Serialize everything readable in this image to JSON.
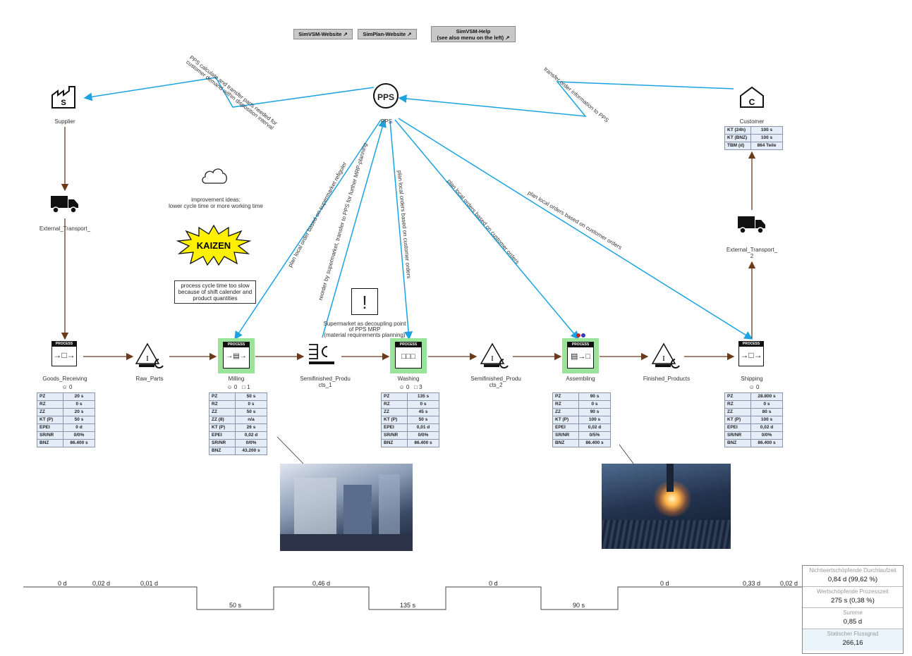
{
  "buttons": {
    "simvsm_website": "SimVSM-Website",
    "simplan_website": "SimPlan-Website",
    "simvsm_help_line1": "SimVSM-Help",
    "simvsm_help_line2": "(see also menu on the left)"
  },
  "icons": {
    "external_link": "external-link-icon"
  },
  "nodes": {
    "supplier": "Supplier",
    "pps": "PPS",
    "pps_badge": "PPS",
    "customer": "Customer",
    "customer_badge": "C",
    "supplier_badge": "S",
    "external_transport_1": "External_Transport_",
    "external_transport_2a": "External_Transport_",
    "external_transport_2b": "2",
    "goods_receiving": "Goods_Receiving",
    "raw_parts": "Raw_Parts",
    "milling": "Milling",
    "semifinished_1a": "Semifinished_Produ",
    "semifinished_1b": "cts_1",
    "washing": "Washing",
    "semifinished_2a": "Semifinished_Produ",
    "semifinished_2b": "cts_2",
    "assembling": "Assembling",
    "finished_products": "Finished_Products",
    "shipping": "Shipping",
    "process_badge": "PROCESS",
    "kaizen": "KAIZEN",
    "exclamation": "!"
  },
  "notes": {
    "improvement_line1": "improvement ideas:",
    "improvement_line2": "lower cycle time or more working time",
    "cycle_line1": "process cycle time too slow",
    "cycle_line2": "because of shift calender and",
    "cycle_line3": "product quantities",
    "supermarket_line1": "Supermarket as decoupling point",
    "supermarket_line2": "of PPS MRP",
    "supermarket_line3": "(material requirements planning)"
  },
  "flows": {
    "pps_supplier": "PPS calculate and transfer parts needed for customer demand within disposition interval",
    "customer_pps": "transfer order information to PPS",
    "milling": "plan local order based on supermarket refiguler",
    "reorder": "reorder by supermarket, transfer to PPS for further MRP-planning",
    "washing": "plan local orders based on customer orders",
    "assembling": "plan local orders based on customer orders",
    "shipping": "plan local orders based on customer orders"
  },
  "counters": {
    "goods_receiving": {
      "operators": "0"
    },
    "milling": {
      "operators": "0",
      "machines": "1"
    },
    "washing": {
      "operators": "0",
      "machines": "3"
    },
    "shipping": {
      "operators": "0"
    }
  },
  "tables": {
    "customer": [
      [
        "KT (24h)",
        "100 s"
      ],
      [
        "KT (BNZ)",
        "100 s"
      ],
      [
        "TBM (d)",
        "864 Teile"
      ]
    ],
    "goods_receiving": [
      [
        "PZ",
        "20 s"
      ],
      [
        "RZ",
        "0 s"
      ],
      [
        "ZZ",
        "20 s"
      ],
      [
        "KT (P)",
        "50 s"
      ],
      [
        "EPEI",
        "0 d"
      ],
      [
        "SR/NR",
        "0/0%"
      ],
      [
        "BNZ",
        "86.400 s"
      ]
    ],
    "milling": [
      [
        "PZ",
        "50 s"
      ],
      [
        "RZ",
        "0 s"
      ],
      [
        "ZZ",
        "50 s"
      ],
      [
        "ZZ (8)",
        "n/a"
      ],
      [
        "KT (P)",
        "26 s"
      ],
      [
        "EPEI",
        "0,02 d"
      ],
      [
        "SR/NR",
        "0/0%"
      ],
      [
        "BNZ",
        "43.200 s"
      ]
    ],
    "washing": [
      [
        "PZ",
        "135 s"
      ],
      [
        "RZ",
        "0 s"
      ],
      [
        "ZZ",
        "45 s"
      ],
      [
        "KT (P)",
        "50 s"
      ],
      [
        "EPEI",
        "0,01 d"
      ],
      [
        "SR/NR",
        "0/0%"
      ],
      [
        "BNZ",
        "86.400 s"
      ]
    ],
    "assembling": [
      [
        "PZ",
        "90 s"
      ],
      [
        "RZ",
        "0 s"
      ],
      [
        "ZZ",
        "90 s"
      ],
      [
        "KT (P)",
        "100 s"
      ],
      [
        "EPEI",
        "0,02 d"
      ],
      [
        "SR/NR",
        "0/5%"
      ],
      [
        "BNZ",
        "86.400 s"
      ]
    ],
    "shipping": [
      [
        "PZ",
        "28.800 s"
      ],
      [
        "RZ",
        "0 s"
      ],
      [
        "ZZ",
        "80 s"
      ],
      [
        "KT (P)",
        "100 s"
      ],
      [
        "EPEI",
        "0,02 d"
      ],
      [
        "SR/NR",
        "0/0%"
      ],
      [
        "BNZ",
        "86.400 s"
      ]
    ]
  },
  "timeline": {
    "upper": [
      "0 d",
      "0,02 d",
      "0,01 d",
      "0,46 d",
      "0 d",
      "0 d",
      "0,33 d",
      "0,02 d"
    ],
    "lower": [
      "50 s",
      "135 s",
      "90 s"
    ]
  },
  "summary": {
    "nva_title": "Nichtwertschöpfende Durchlaufzeit",
    "nva_value": "0,84 d (99,62 %)",
    "va_title": "Wertschöpfende Prozesszeit",
    "va_value": "275 s (0,38 %)",
    "sum_title": "Summe",
    "sum_value": "0,85 d",
    "flow_title": "Statischer Flussgrad",
    "flow_value": "266,16"
  },
  "colors": {
    "info_flow": "#1aa3e0",
    "material_flow": "#6b3a1a",
    "process_highlight": "#9be39b",
    "table_bg": "#e4edf8"
  }
}
